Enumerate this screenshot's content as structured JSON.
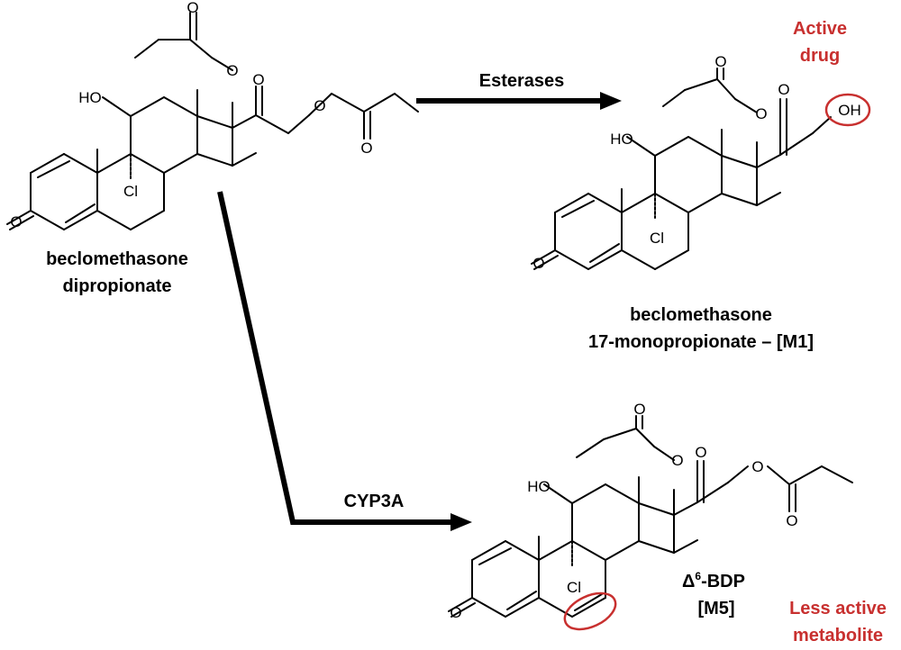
{
  "colors": {
    "highlight": "#c8302f",
    "ink": "#000000"
  },
  "atoms": {
    "ho": "HO",
    "o": "O",
    "cl": "Cl",
    "oh": "OH"
  },
  "molecules": {
    "bdp": {
      "name_line1": "beclomethasone",
      "name_line2": "dipropionate"
    },
    "m1": {
      "name_line1": "beclomethasone",
      "name_line2": "17-monopropionate – [M1]"
    },
    "m5": {
      "delta": "Δ",
      "superscript": "6",
      "name_suffix": "-BDP",
      "code": "[M5]"
    }
  },
  "arrows": {
    "esterases": "Esterases",
    "cyp3a": "CYP3A"
  },
  "annotations": {
    "active_line1": "Active",
    "active_line2": "drug",
    "less_line1": "Less active",
    "less_line2": "metabolite"
  }
}
